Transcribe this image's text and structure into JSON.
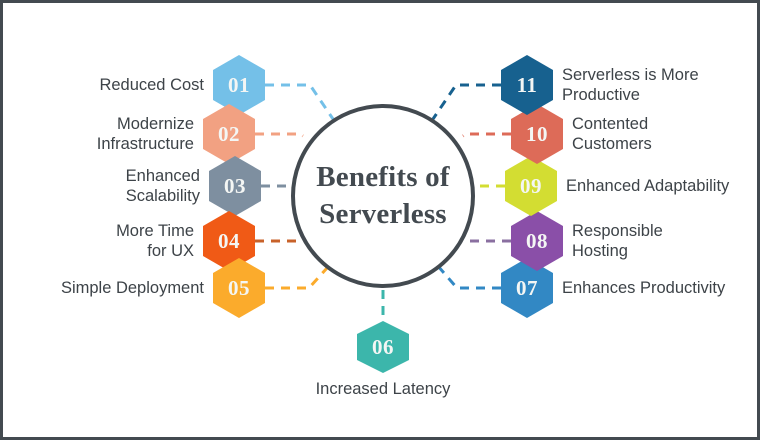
{
  "diagram": {
    "title": "Benefits of\nServerless",
    "frame_color": "#434a50",
    "text_color": "#3d4348",
    "background": "#ffffff",
    "center": {
      "line1": "Benefits of",
      "line2": "Serverless"
    },
    "nodes": [
      {
        "number": "01",
        "label": "Reduced Cost",
        "color": "#74c0e8",
        "side": "left"
      },
      {
        "number": "02",
        "label": "Modernize\nInfrastructure",
        "color": "#f2a182",
        "side": "left"
      },
      {
        "number": "03",
        "label": "Enhanced\nScalability",
        "color": "#7e8fa0",
        "side": "left"
      },
      {
        "number": "04",
        "label": "More Time\nfor UX",
        "color": "#f05a16",
        "side": "left"
      },
      {
        "number": "05",
        "label": "Simple Deployment",
        "color": "#fbab2c",
        "side": "left"
      },
      {
        "number": "06",
        "label": "Increased Latency",
        "color": "#3cb6ab",
        "side": "bottom"
      },
      {
        "number": "07",
        "label": "Enhances Productivity",
        "color": "#3288c4",
        "side": "right"
      },
      {
        "number": "08",
        "label": "Responsible\nHosting",
        "color": "#8a4fa8",
        "side": "right"
      },
      {
        "number": "09",
        "label": "Enhanced Adaptability",
        "color": "#d3dd32",
        "side": "right"
      },
      {
        "number": "10",
        "label": "Contented\nCustomers",
        "color": "#dd6b58",
        "side": "right"
      },
      {
        "number": "11",
        "label": "Serverless is More\nProductive",
        "color": "#17618f",
        "side": "right"
      }
    ]
  }
}
